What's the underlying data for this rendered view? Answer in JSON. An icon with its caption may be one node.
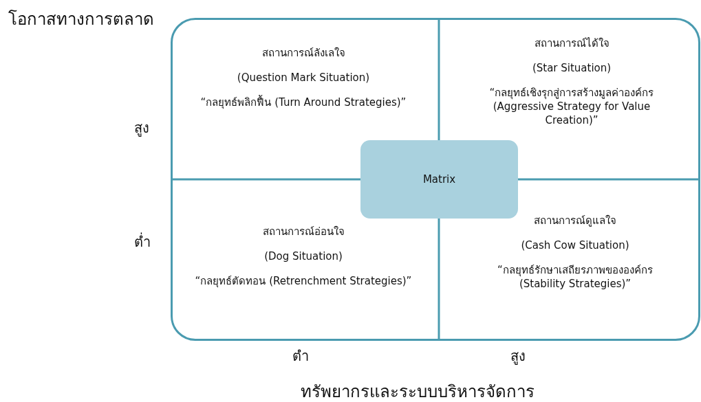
{
  "diagram": {
    "nodes": [
      {
        "text": [],
        "shape": "box"
      },
      {
        "text": [
          "สถานการณ์ลังเลใจ",
          "(Question Mark Situation)",
          "“กลยุทธ์พลิกฟื้น (Turn Around Strategies)”"
        ],
        "in": 0
      },
      {
        "text": [
          "สถานการณ์ได้ใจ",
          "(Star Situation)",
          "“กลยุทธ์เชิงรุกสู่การสร้างมูลค่าองค์กร (Aggressive Strategy for Value Creation)”"
        ],
        "in": 0
      },
      {
        "text": [
          "สถานการณ์อ่อนใจ",
          "(Dog Situation)",
          "“กลยุทธ์ตัดทอน (Retrenchment Strategies)”"
        ],
        "in": 0
      },
      {
        "text": [
          "สถานการณ์ดูแลใจ",
          "(Cash Cow Situation)",
          "“กลยุทธ์รักษาเสถียรภาพขององค์กร (Stability Strategies)”"
        ],
        "in": 0
      },
      {
        "text": [
          "Matrix"
        ],
        "in": 0
      }
    ],
    "labels": [
      "โอกาสทางการตลาด",
      "สูง",
      "ต่ำ",
      "ตำ",
      "สูง",
      "ทรัพยากรและระบบบริหารจัดการ"
    ]
  }
}
